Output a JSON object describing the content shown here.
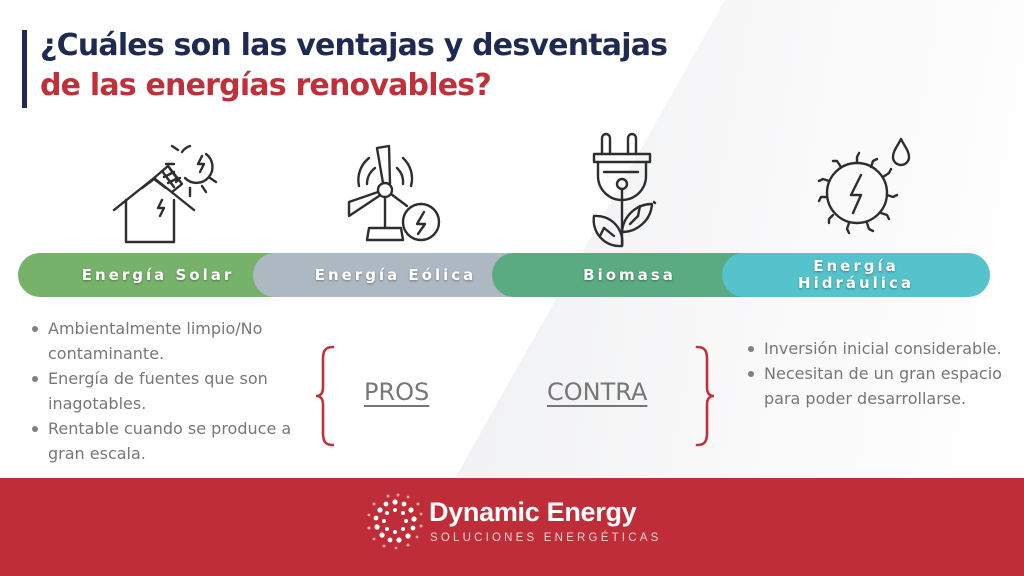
{
  "title": {
    "line1": "¿Cuáles son las ventajas y desventajas",
    "line2": "de las energías renovables?",
    "colors": {
      "line1": "#1f2a50",
      "line2": "#c0303a",
      "bar": "#1f2a50"
    }
  },
  "energies": [
    {
      "id": "solar",
      "label": "Energía Solar",
      "icon": "house-solar-icon",
      "color": "#77b26a"
    },
    {
      "id": "eolica",
      "label": "Energía Eólica",
      "icon": "wind-turbine-icon",
      "color": "#aeb8c2"
    },
    {
      "id": "biomasa",
      "label": "Biomasa",
      "icon": "plug-plant-icon",
      "color": "#5aab82"
    },
    {
      "id": "hidraulica",
      "label_line1": "Energía",
      "label_line2": "Hidráulica",
      "icon": "sun-droplet-icon",
      "color": "#55c3cc"
    }
  ],
  "pros": {
    "label": "PROS",
    "items": [
      "Ambientalmente limpio/No contaminante.",
      "Energía de fuentes que son inagotables.",
      "Rentable cuando se produce a gran escala."
    ]
  },
  "contra": {
    "label": "CONTRA",
    "items": [
      "Inversión inicial considerable.",
      "Necesitan de un gran espacio para poder desarrollarse."
    ]
  },
  "footer": {
    "brand_name": "Dynamic Energy",
    "tagline": "SOLUCIONES ENERGÉTICAS",
    "background": "#bf2e38"
  }
}
